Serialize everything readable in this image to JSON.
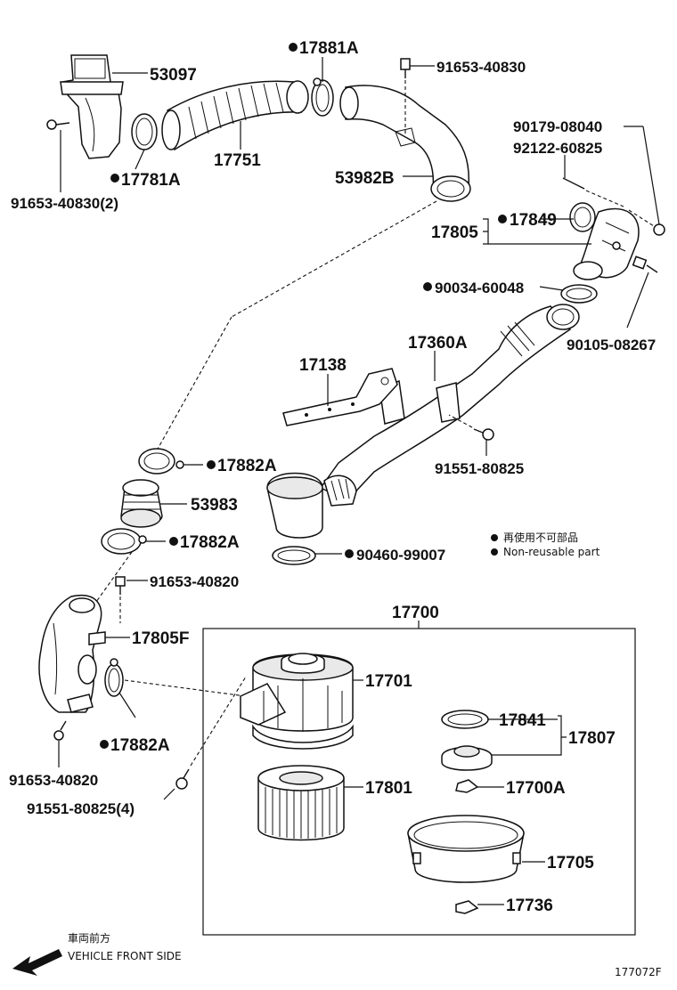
{
  "parts": {
    "p53097": "53097",
    "p17881A": "17881A",
    "p91653_40830": "91653-40830",
    "p17751": "17751",
    "p17781A": "17781A",
    "p91653_40830_2": "91653-40830(2)",
    "p53982B": "53982B",
    "p90179_08040": "90179-08040",
    "p92122_60825": "92122-60825",
    "p17805": "17805",
    "p17849": "17849",
    "p90034_60048": "90034-60048",
    "p90105_08267": "90105-08267",
    "p17360A": "17360A",
    "p17138": "17138",
    "p91551_80825": "91551-80825",
    "p17882A_1": "17882A",
    "p53983": "53983",
    "p17882A_2": "17882A",
    "p90460_99007": "90460-99007",
    "p91653_40820_top": "91653-40820",
    "p17805F": "17805F",
    "p17882A_3": "17882A",
    "p91653_40820_bot": "91653-40820",
    "p91551_80825_4": "91551-80825(4)",
    "p17700": "17700",
    "p17701": "17701",
    "p17841": "17841",
    "p17807": "17807",
    "p17801": "17801",
    "p17700A": "17700A",
    "p17705": "17705",
    "p17736": "17736"
  },
  "legend": {
    "non_reusable_jp": "再使用不可部品",
    "non_reusable_en": "Non-reusable part"
  },
  "orientation": {
    "jp": "車両前方",
    "en": "VEHICLE FRONT SIDE"
  },
  "diagram_code": "177072F",
  "colors": {
    "ink": "#111111",
    "background": "#ffffff"
  }
}
